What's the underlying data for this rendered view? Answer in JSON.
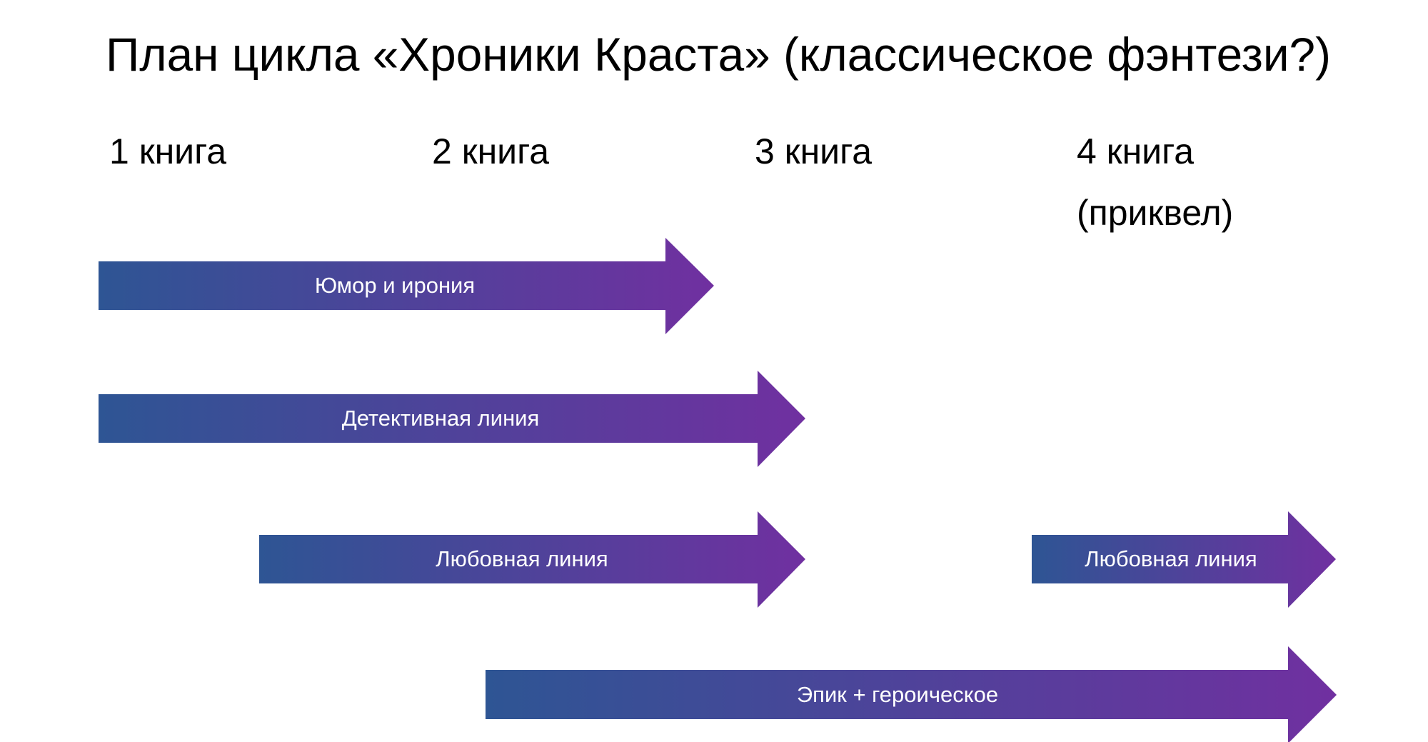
{
  "title": "План цикла «Хроники Краста» (классическое фэнтези?)",
  "books": [
    {
      "label": "1 книга"
    },
    {
      "label": "2 книга"
    },
    {
      "label": "3 книга"
    },
    {
      "label": "4 книга",
      "sublabel": "(приквел)"
    }
  ],
  "arrows": [
    {
      "label": "Юмор и ирония",
      "from_book": 1,
      "to_book": 2
    },
    {
      "label": "Детективная линия",
      "from_book": 1,
      "to_book": 3
    },
    {
      "label": "Любовная линия",
      "from_book": 1.5,
      "to_book": 3
    },
    {
      "label": "Любовная линия",
      "from_book": 4,
      "to_book": 4
    },
    {
      "label": "Эпик + героическое",
      "from_book": 2,
      "to_book": 4
    }
  ],
  "colors": {
    "gradient_start": "#2E5594",
    "gradient_end": "#7030A0",
    "text": "#000000",
    "arrow_text": "#FFFFFF"
  }
}
